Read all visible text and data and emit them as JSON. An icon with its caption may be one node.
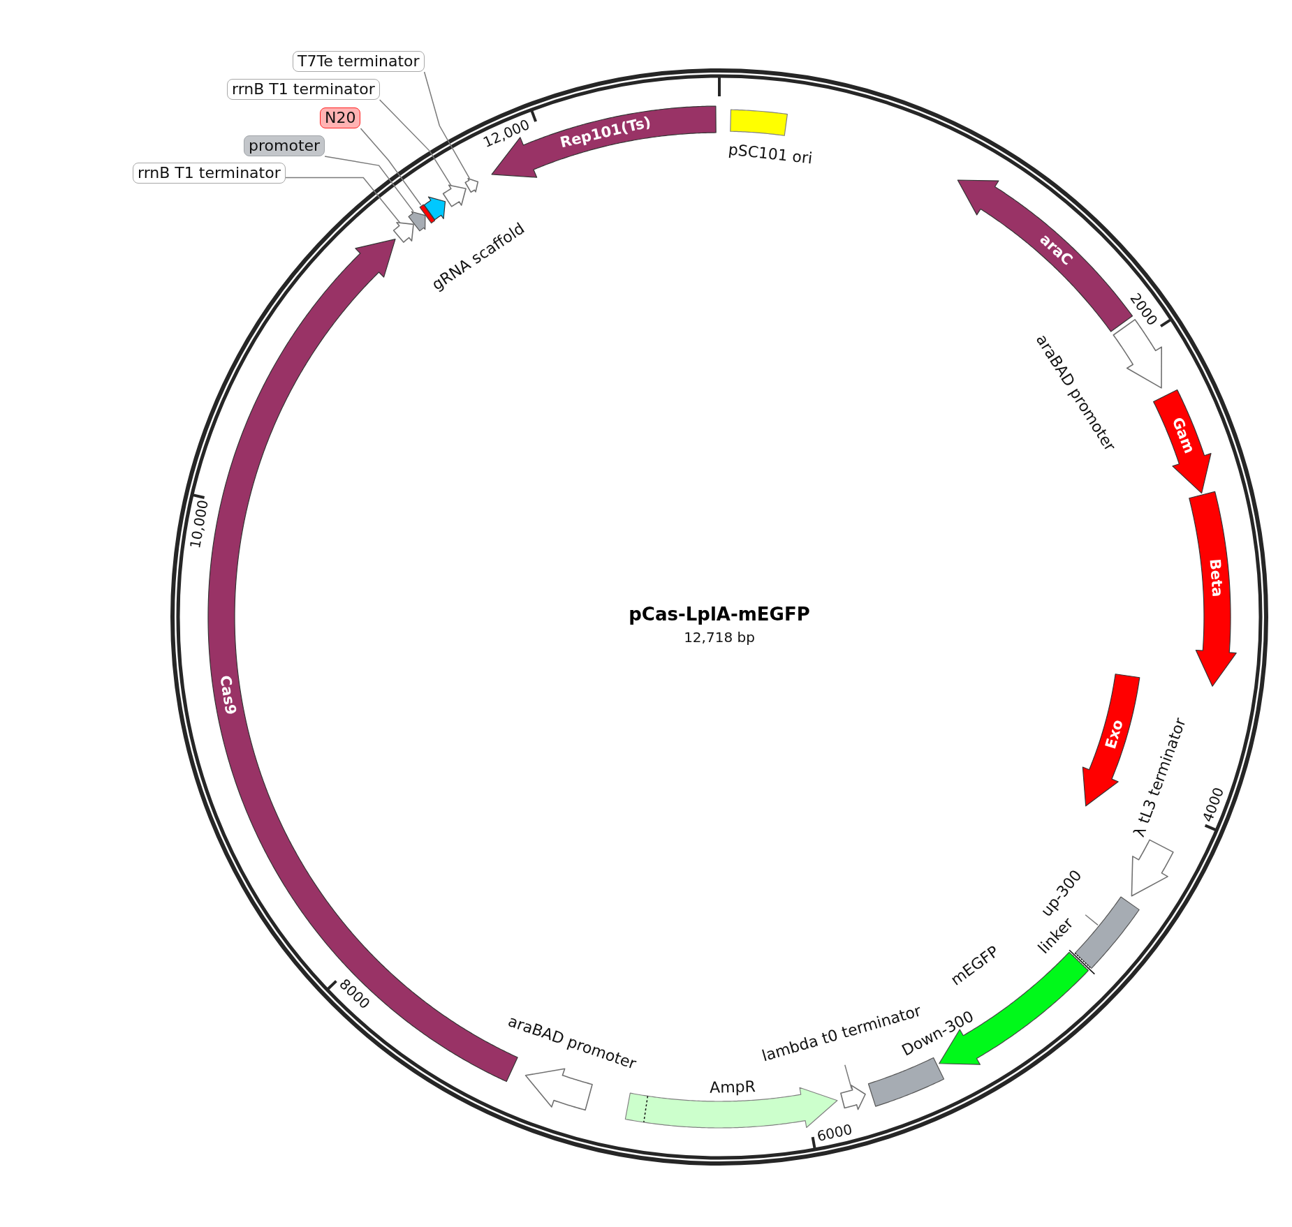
{
  "diagram": {
    "title": "pCas-LplA-mEGFP",
    "nodes": [
      {
        "text": [
          "T7Te terminator"
        ]
      },
      {
        "text": [
          "rrnB T1 terminator"
        ]
      },
      {
        "text": [
          "N20"
        ]
      },
      {
        "text": [
          "promoter"
        ]
      },
      {
        "text": [
          "rrnB T1 terminator"
        ]
      },
      {
        "text": [
          "Rep101(Ts)"
        ]
      },
      {
        "text": [],
        "shape": "box",
        "beside": [
          "pSC101 ori"
        ]
      },
      {
        "text": [],
        "shape": "arrow"
      },
      {
        "text": [],
        "shape": "arrow"
      },
      {
        "text": [],
        "shape": "bar"
      },
      {
        "text": [],
        "shape": "arrow",
        "beside": [
          "gRNA scaffold"
        ]
      },
      {
        "text": [],
        "shape": "arrow"
      },
      {
        "text": [],
        "shape": "arrow"
      },
      {
        "text": [
          "araC"
        ]
      },
      {
        "text": [],
        "shape": "arrow",
        "beside": [
          "araBAD promoter"
        ]
      },
      {
        "text": [
          "Gam"
        ]
      },
      {
        "text": [
          "Beta"
        ]
      },
      {
        "text": [
          "Exo"
        ]
      },
      {
        "text": [],
        "shape": "arrow",
        "beside": [
          "λ tL3 terminator"
        ]
      },
      {
        "text": [
          "up-300"
        ]
      },
      {
        "text": [],
        "shape": "box"
      },
      {
        "text": [],
        "shape": "bar",
        "beside": [
          "linker"
        ]
      },
      {
        "text": [],
        "shape": "arrow",
        "beside": [
          "mEGFP"
        ]
      },
      {
        "text": [],
        "shape": "box",
        "beside": [
          "Down-300"
        ]
      },
      {
        "text": [
          "lambda t0 terminator"
        ]
      },
      {
        "text": [],
        "shape": "arrow"
      },
      {
        "text": [],
        "shape": "arrow",
        "beside": [
          "AmpR"
        ]
      },
      {
        "text": [],
        "shape": "arrow",
        "beside": [
          "araBAD promoter"
        ]
      },
      {
        "text": [
          "Cas9"
        ]
      }
    ],
    "edges": [
      {
        "from": 0,
        "to": 12,
        "arrow": "none"
      },
      {
        "from": 1,
        "to": 11,
        "arrow": "none"
      },
      {
        "from": 2,
        "to": 9,
        "arrow": "none"
      },
      {
        "from": 3,
        "to": 8,
        "arrow": "none"
      },
      {
        "from": 4,
        "to": 7,
        "arrow": "none"
      },
      {
        "from": 19,
        "to": 20,
        "arrow": "none"
      },
      {
        "from": 24,
        "to": 25,
        "arrow": "none"
      }
    ],
    "labels": [
      "12,718 bp",
      "2000",
      "4000",
      "6000",
      "8000",
      "10,000",
      "12,000"
    ]
  }
}
